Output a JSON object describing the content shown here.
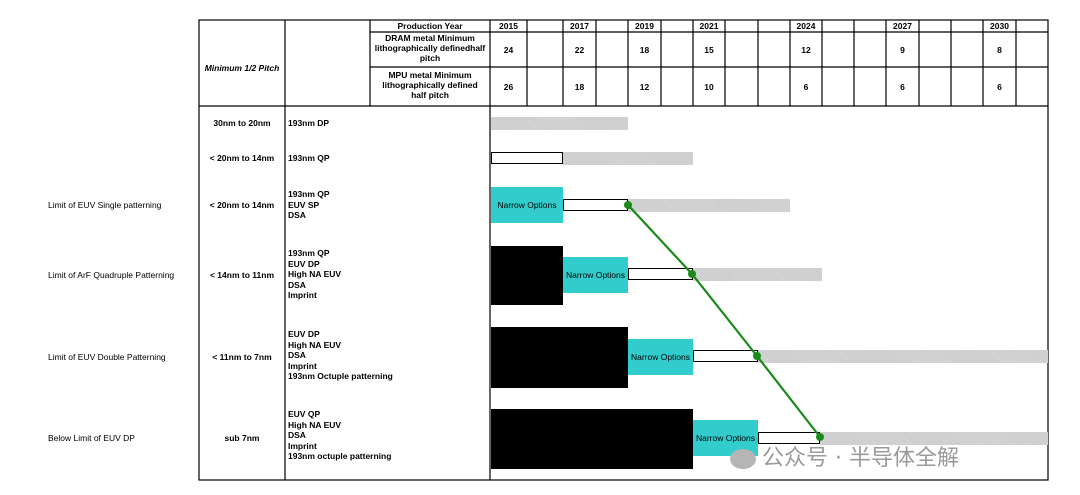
{
  "header": {
    "left_label": "Minimum 1/2 Pitch",
    "row_labels": {
      "production_year": "Production Year",
      "dram": "DRAM metal Minimum lithographically definedhalf pitch",
      "mpu": "MPU metal Minimum lithographically defined half pitch"
    },
    "years": [
      "2015",
      "2017",
      "2019",
      "2021",
      "2024",
      "2027",
      "2030"
    ],
    "dram_values": [
      "24",
      "22",
      "18",
      "15",
      "12",
      "9",
      "8"
    ],
    "mpu_values": [
      "26",
      "18",
      "12",
      "10",
      "6",
      "6",
      "6"
    ]
  },
  "rows": [
    {
      "limit": "",
      "node": "30nm to 20nm",
      "tech": [
        "193nm DP"
      ]
    },
    {
      "limit": "",
      "node": "< 20nm to 14nm",
      "tech": [
        "193nm QP"
      ]
    },
    {
      "limit": "Limit of EUV Single patterning",
      "node": "< 20nm to 14nm",
      "tech": [
        "193nm QP",
        "EUV SP",
        "DSA"
      ]
    },
    {
      "limit": "Limit of ArF Quadruple Patterning",
      "node": "< 14nm to 11nm",
      "tech": [
        "193nm QP",
        "EUV DP",
        "High NA EUV",
        "DSA",
        "Imprint"
      ]
    },
    {
      "limit": "Limit of EUV Double Patterning",
      "node": "< 11nm to 7nm",
      "tech": [
        "EUV DP",
        "High NA EUV",
        "DSA",
        "Imprint",
        "193nm Octuple patterning"
      ]
    },
    {
      "limit": "Below Limit of EUV DP",
      "node": "sub 7nm",
      "tech": [
        "EUV QP",
        "High NA EUV",
        "DSA",
        "Imprint",
        "193nm octuple patterning"
      ]
    }
  ],
  "narrow_label": "Narrow Options",
  "colors": {
    "narrow": "#33cccc",
    "trend_line": "#1a8a1a",
    "bar_gray": "#d0d0d0",
    "solid": "#000000"
  },
  "watermark": "公众号 · 半导体全解"
}
